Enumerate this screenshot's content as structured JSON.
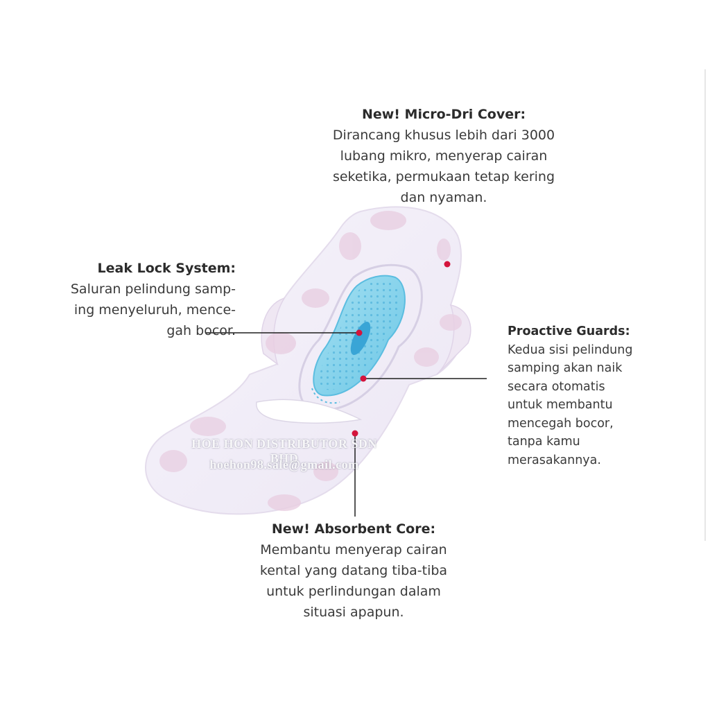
{
  "callouts": {
    "micro_dri": {
      "title": "New! Micro-Dri Cover:",
      "body": "Dirancang khusus lebih dari 3000\nlubang mikro, menyerap cairan\nseketika, permukaan tetap kering\ndan nyaman."
    },
    "leak_lock": {
      "title": "Leak Lock System:",
      "body": "Saluran pelindung samp-\ning menyeluruh, mence-\ngah bocor."
    },
    "proactive": {
      "title": "Proactive Guards:",
      "body": "Kedua sisi pelindung\nsamping akan naik\nsecara otomatis\nuntuk membantu\nmencegah bocor,\ntanpa kamu\nmerasakannya."
    },
    "absorbent": {
      "title": "New! Absorbent Core:",
      "body": "Membantu menyerap cairan\nkental yang datang tiba-tiba\nuntuk perlindungan dalam\nsituasi apapun."
    }
  },
  "watermark": {
    "line1": "HOE HON DISTRIBUTOR  SDN BHD",
    "line2": "hoehon98.sale@gmail.com"
  },
  "colors": {
    "marker": "#d4143c",
    "core_blue": "#7fd0ec",
    "pad_pink": "#e8cde0"
  }
}
